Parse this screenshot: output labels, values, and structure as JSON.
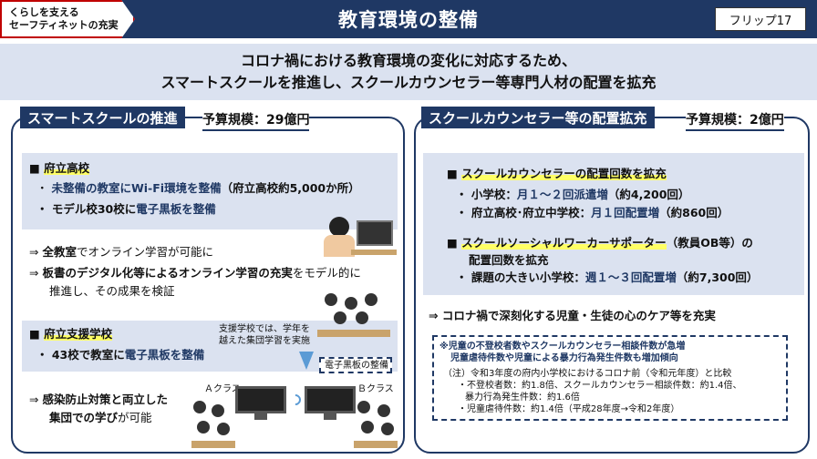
{
  "badge": {
    "line1": "くらしを支える",
    "line2": "セーフティネットの充実"
  },
  "title": "教育環境の整備",
  "flip": "フリップ17",
  "lead": {
    "line1": "コロナ禍における教育環境の変化に対応するため、",
    "line2": "スマートスクールを推進し、スクールカウンセラー等専門人材の配置を拡充"
  },
  "left": {
    "heading": "スマートスクールの推進",
    "budget": "予算規模：29億円",
    "pref_high": {
      "title": "府立高校",
      "l1a": "・ ",
      "l1b": "未整備の教室にWi-Fi環境を整備",
      "l1c": "（府立高校約5,000か所）",
      "l2a": "・ モデル校30校に",
      "l2b": "電子黒板を整備"
    },
    "result1a": "⇒ ",
    "result1b": "全教室",
    "result1c": "でオンライン学習が可能に",
    "result2a": "⇒ ",
    "result2b": "板書のデジタル化等によるオンライン学習の充実",
    "result2c": "をモデル的に",
    "result2d": "推進し、その成果を検証",
    "support": {
      "title": "府立支援学校",
      "l1a": "・ 43校で教室に",
      "l1b": "電子黒板を整備"
    },
    "caption1": "支援学校では、学年を",
    "caption2": "越えた集団学習を実施",
    "board_label": "電子黒板の整備",
    "class_a": "Ａクラス",
    "class_b": "Ｂクラス",
    "result3a": "⇒ ",
    "result3b": "感染防止対策と両立した",
    "result3c": "集団での学び",
    "result3d": "が可能"
  },
  "right": {
    "heading": "スクールカウンセラー等の配置拡充",
    "budget": "予算規模：2億円",
    "sc_title": "スクールカウンセラーの配置回数を拡充",
    "sc_l1a": "・ 小学校：",
    "sc_l1b": "月１～２回派遣増",
    "sc_l1c": "（約4,200回）",
    "sc_l2a": "・ 府立高校･府立中学校：",
    "sc_l2b": "月１回配置増",
    "sc_l2c": "（約860回）",
    "ssw_title": "スクールソーシャルワーカーサポーター",
    "ssw_title2": "（教員OB等）の",
    "ssw_title3": "配置回数を拡充",
    "ssw_l1a": "・ 課題の大きい小学校：",
    "ssw_l1b": "週１～３回配置増",
    "ssw_l1c": "（約7,300回）",
    "result": "⇒ コロナ禍で深刻化する児童・生徒の心のケア等を充実",
    "note": {
      "n1": "※児童の不登校者数やスクールカウンセラー相談件数が急増",
      "n2": "児童虐待件数や児童による暴力行為発生件数も増加傾向",
      "n3": "（注）令和3年度の府内小学校におけるコロナ前（令和元年度）と比較",
      "n4": "・不登校者数：約1.8倍、スクールカウンセラー相談件数：約1.4倍、",
      "n5": "暴力行為発生件数：約1.6倍",
      "n6": "・児童虐待件数：約1.4倍（平成28年度→令和2年度）"
    }
  },
  "icons": {
    "bullet": "■"
  }
}
